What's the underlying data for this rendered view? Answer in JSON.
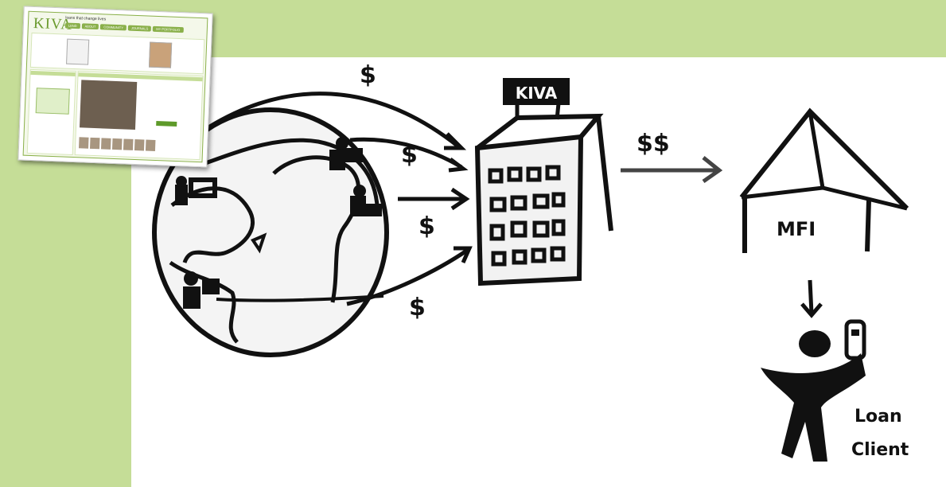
{
  "diagram": {
    "labels": {
      "dollar_top": "$",
      "dollar_upper_arrow": "$",
      "dollar_middle_arrow": "$",
      "dollar_bottom_arrow": "$",
      "dollars_to_mfi": "$$",
      "kiva_sign": "KIVA",
      "mfi": "MFI",
      "loan_client_line1": "Loan",
      "loan_client_line2": "Client"
    },
    "thumbnail": {
      "logo": "KIVA",
      "tagline": "loans that change lives",
      "nav": [
        "LEND",
        "ABOUT",
        "COMMUNITY",
        "JOURNALS",
        "MY PORTFOLIO"
      ]
    },
    "colors": {
      "background": "#c5dd97",
      "panel": "#ffffff",
      "ink": "#111111"
    }
  }
}
